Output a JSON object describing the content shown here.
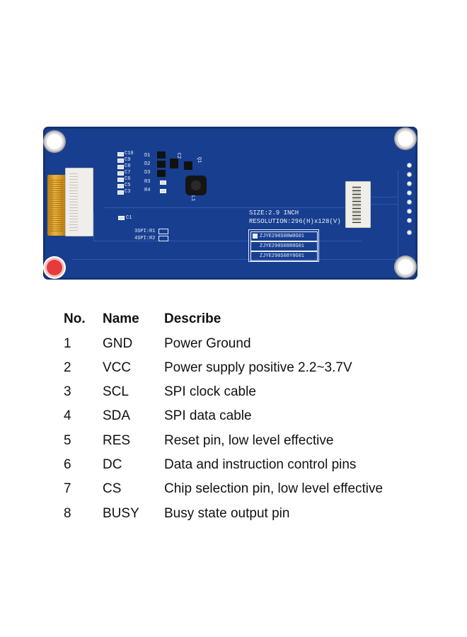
{
  "board": {
    "size_label": "SIZE:2.9 INCH",
    "resolution_label": "RESOLUTION:296(H)x128(V)",
    "model_labels": [
      "ZJYE290S08W0G01",
      "ZJYE290S08R0G01",
      "ZJYE290S08Y0G01"
    ],
    "component_labels": {
      "caps": [
        "C10",
        "C9",
        "C8",
        "C7",
        "C6",
        "C5",
        "C3"
      ],
      "diodes": [
        "D1",
        "D2",
        "D3"
      ],
      "resistors": [
        "R3",
        "R4"
      ],
      "c1": "C1",
      "spi3": "3SPI:R1",
      "spi4": "4SPI:R2",
      "q1": "Q1",
      "l1": "L1",
      "c2": "C2"
    }
  },
  "table": {
    "headers": [
      "No.",
      "Name",
      "Describe"
    ],
    "rows": [
      [
        "1",
        "GND",
        "Power Ground"
      ],
      [
        "2",
        "VCC",
        "Power supply positive 2.2~3.7V"
      ],
      [
        "3",
        "SCL",
        "SPI clock cable"
      ],
      [
        "4",
        "SDA",
        "SPI data cable"
      ],
      [
        "5",
        "RES",
        "Reset pin, low level effective"
      ],
      [
        "6",
        "DC",
        "Data and instruction control pins"
      ],
      [
        "7",
        "CS",
        "Chip selection pin, low level effective"
      ],
      [
        "8",
        "BUSY",
        "Busy state output pin"
      ]
    ]
  },
  "colors": {
    "pcb": "#183f8f",
    "silkscreen": "#e8eefc",
    "flex_cable": "#f0b33a",
    "mark": "#e53b3b"
  }
}
